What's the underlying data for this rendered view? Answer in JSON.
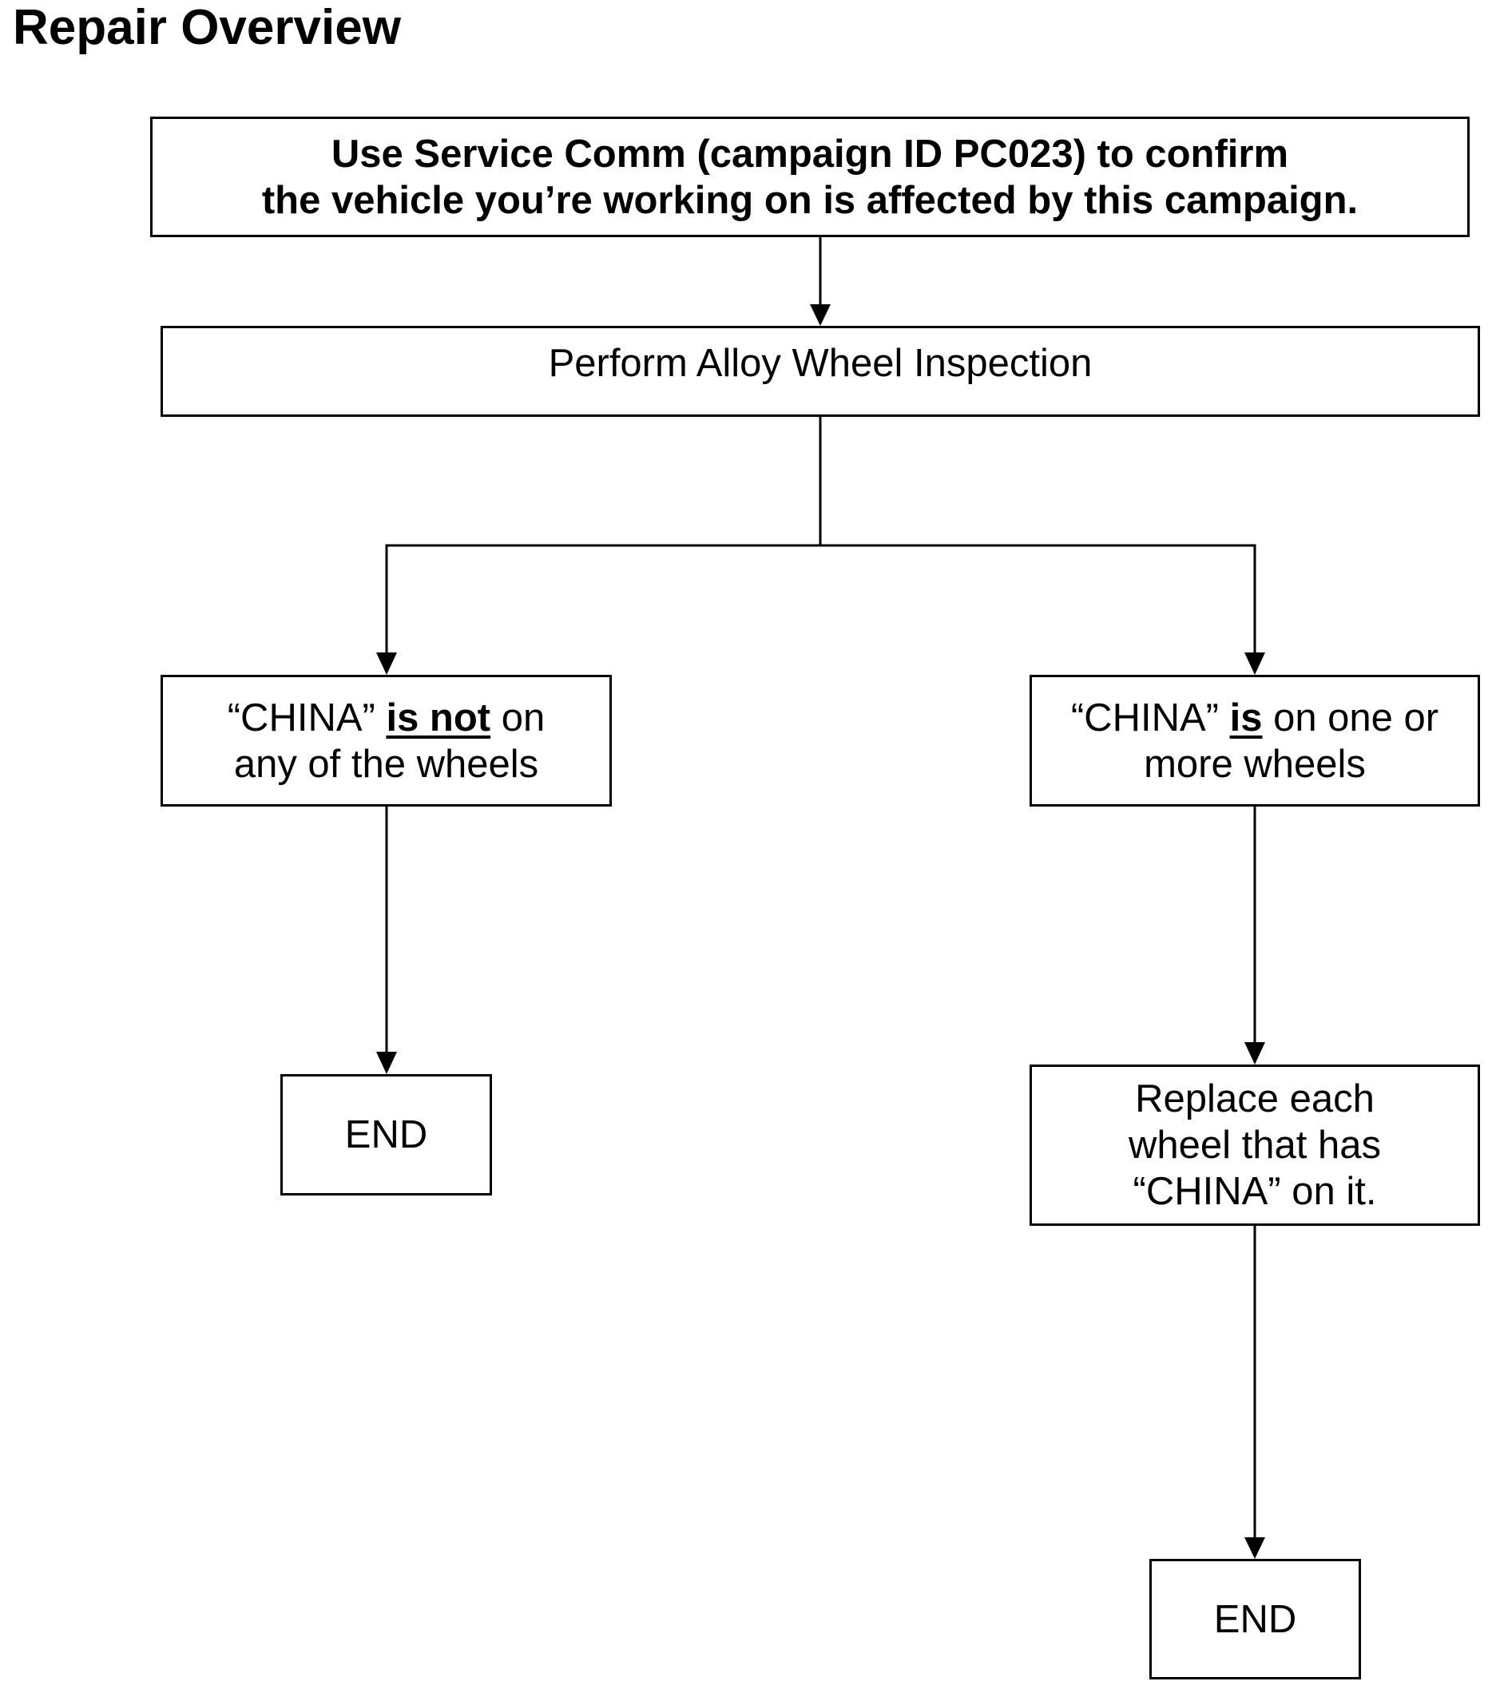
{
  "title": "Repair Overview",
  "nodes": {
    "confirm": {
      "line1": "Use Service Comm (campaign ID PC023) to confirm",
      "line2": "the vehicle you’re working on is affected by this campaign."
    },
    "inspect": {
      "text": "Perform Alloy Wheel Inspection"
    },
    "not_china": {
      "prefix": "“CHINA” ",
      "emphasis": "is not",
      "suffix": " on",
      "line2": "any of the wheels"
    },
    "is_china": {
      "prefix": "“CHINA” ",
      "emphasis": "is",
      "suffix": " on one or",
      "line2": "more wheels"
    },
    "end_left": {
      "text": "END"
    },
    "replace": {
      "line1": "Replace each",
      "line2": "wheel that has",
      "line3": "“CHINA” on it."
    },
    "end_right": {
      "text": "END"
    }
  }
}
